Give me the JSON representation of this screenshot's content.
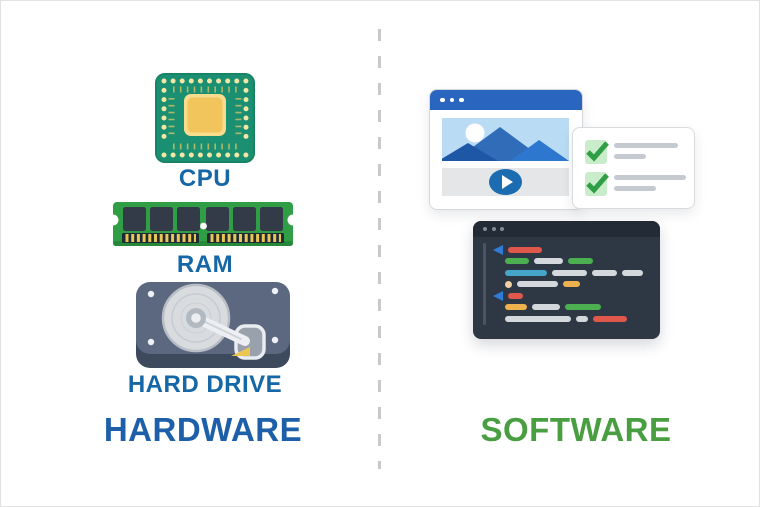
{
  "left_section": {
    "title": "HARDWARE",
    "title_color": "#1e5fa9",
    "label_color": "#1667a6",
    "items": [
      {
        "label": "CPU",
        "icon": "cpu-chip-icon"
      },
      {
        "label": "RAM",
        "icon": "ram-stick-icon"
      },
      {
        "label": "HARD DRIVE",
        "icon": "hard-drive-icon"
      }
    ]
  },
  "right_section": {
    "title": "SOFTWARE",
    "title_color": "#4a9e42",
    "items": [
      {
        "icon": "browser-media-window-icon"
      },
      {
        "icon": "checklist-card-icon"
      },
      {
        "icon": "code-editor-window-icon"
      }
    ]
  },
  "divider": {
    "style": "vertical-dashed",
    "color": "#c9c9c9"
  },
  "colors": {
    "cpu_body": "#1b8f71",
    "cpu_core": "#f1c55c",
    "cpu_pin_dots": "#f4e7a6",
    "ram_board": "#2f9e44",
    "ram_chips": "#333b49",
    "ram_pins": "#e8c654",
    "hdd_case": "#5b6880",
    "hdd_platter": "#d9dcdf",
    "browser_titlebar": "#2a65c0",
    "browser_sky": "#badbf4",
    "mountain_dark": "#1d57a6",
    "mountain_mid": "#306cb8",
    "mountain_light": "#2e77cf",
    "play_button": "#1b6cb0",
    "playbar": "#e4e6e8",
    "code_background": "#2e3744",
    "code_titlebar": "#232b37"
  },
  "browser": {
    "titlebar_dots": 3
  },
  "checklist": {
    "checkbox_bg": "#c9ecca",
    "check_color": "#2f9e44",
    "line_color": "#c5cad1",
    "rows": [
      {
        "checked": true,
        "lines": [
          64,
          32
        ]
      },
      {
        "checked": true,
        "lines": [
          72,
          42
        ]
      }
    ]
  },
  "code_editor": {
    "titlebar_dots": 3,
    "token_colors": {
      "red": "#e0584b",
      "green": "#4caf50",
      "gray": "#d4d8dd",
      "blue": "#45a6c9",
      "amber": "#edb14e",
      "tan": "#f0cfa4",
      "chevron": "#2e7cd6"
    },
    "lines": [
      {
        "indent": 20,
        "tokens": [
          {
            "t": "chevron"
          },
          {
            "t": "pill",
            "c": "red",
            "w": 34
          }
        ]
      },
      {
        "indent": 32,
        "tokens": [
          {
            "t": "pill",
            "c": "green",
            "w": 24
          },
          {
            "t": "pill",
            "c": "gray",
            "w": 29
          },
          {
            "t": "pill",
            "c": "green",
            "w": 25
          }
        ]
      },
      {
        "indent": 32,
        "tokens": [
          {
            "t": "pill",
            "c": "blue",
            "w": 42
          },
          {
            "t": "pill",
            "c": "gray",
            "w": 35
          },
          {
            "t": "pill",
            "c": "gray",
            "w": 25
          },
          {
            "t": "pill",
            "c": "gray",
            "w": 21
          }
        ]
      },
      {
        "indent": 32,
        "tokens": [
          {
            "t": "dot",
            "c": "tan"
          },
          {
            "t": "pill",
            "c": "gray",
            "w": 41
          },
          {
            "t": "pill",
            "c": "amber",
            "w": 17
          }
        ]
      },
      {
        "indent": 20,
        "tokens": [
          {
            "t": "chevron"
          },
          {
            "t": "pill",
            "c": "red",
            "w": 15
          }
        ]
      },
      {
        "indent": 32,
        "tokens": [
          {
            "t": "pill",
            "c": "amber",
            "w": 22
          },
          {
            "t": "pill",
            "c": "gray",
            "w": 28
          },
          {
            "t": "pill",
            "c": "green",
            "w": 36
          }
        ]
      },
      {
        "indent": 32,
        "tokens": [
          {
            "t": "pill",
            "c": "gray",
            "w": 66
          },
          {
            "t": "pill",
            "c": "gray",
            "w": 12
          },
          {
            "t": "pill",
            "c": "red",
            "w": 34
          }
        ]
      }
    ]
  }
}
